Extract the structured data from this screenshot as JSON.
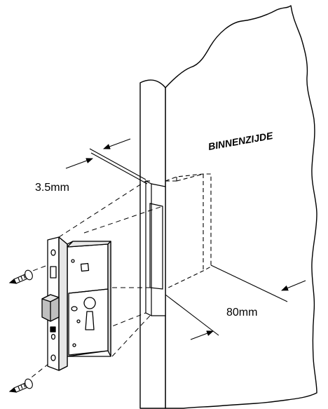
{
  "door": {
    "side_label": "BINNENZIJDE"
  },
  "dimensions": {
    "faceplate_depth": "3.5mm",
    "backset": "80mm"
  },
  "colors": {
    "stroke": "#000000",
    "fill": "#ffffff",
    "shade": "#d9d9d9"
  }
}
